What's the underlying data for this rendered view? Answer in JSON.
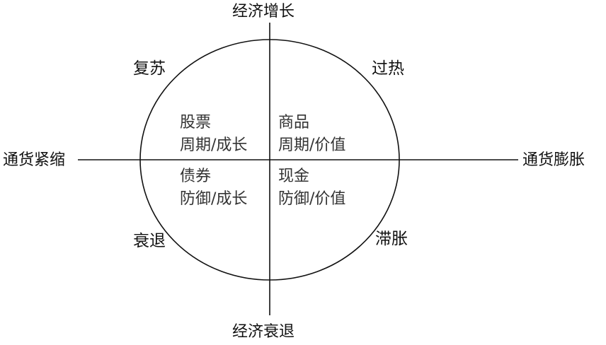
{
  "axes": {
    "top": "经济增长",
    "bottom": "经济衰退",
    "left": "通货紧缩",
    "right": "通货膨胀"
  },
  "phases": {
    "top_left": "复苏",
    "top_right": "过热",
    "bottom_left": "衰退",
    "bottom_right": "滞胀"
  },
  "quadrants": {
    "top_left": {
      "asset": "股票",
      "style": "周期/成长"
    },
    "top_right": {
      "asset": "商品",
      "style": "周期/价值"
    },
    "bottom_left": {
      "asset": "债券",
      "style": "防御/成长"
    },
    "bottom_right": {
      "asset": "现金",
      "style": "防御/价值"
    }
  },
  "colors": {
    "line": "#111111",
    "text": "#111111",
    "quadrant_text": "#333333",
    "background": "#ffffff"
  }
}
